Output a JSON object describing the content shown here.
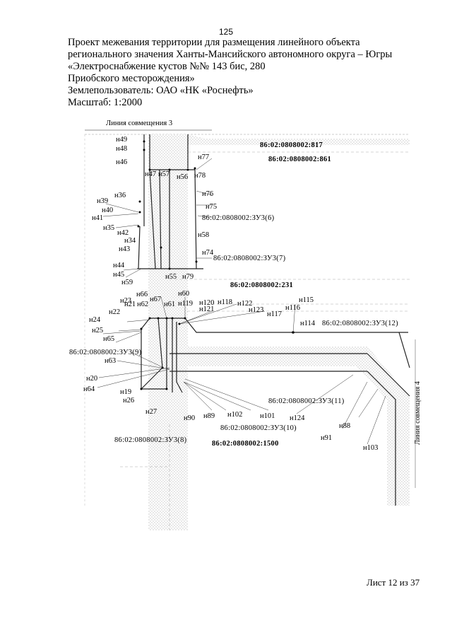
{
  "page_number": "125",
  "header": {
    "line1": "Проект межевания территории для размещения линейного объекта",
    "line2": "регионального значения Ханты-Мансийского автономного округа – Югры",
    "line3": "«Электроснабжение кустов №№ 143 бис, 280",
    "line4": "Приобского месторождения»",
    "line5": "Землепользователь: ОАО «НК «Роснефть»",
    "line6": "Масштаб: 1:2000"
  },
  "map": {
    "match_line_top": "Линия совмещения 3",
    "match_line_right": "Линия совмещения 4",
    "cadastral": {
      "c817": "86:02:0808002:817",
      "c861": "86:02:0808002:861",
      "c231": "86:02:0808002:231",
      "c1500": "86:02:0808002:1500",
      "zu6": "86:02:0808002:ЗУ3(6)",
      "zu7": "86:02:0808002:ЗУ3(7)",
      "zu9": "86:02:0808002:ЗУ3(9)",
      "zu12": "86:02:0808002:ЗУ3(12)",
      "zu11": "86:02:0808002:ЗУ3(11)",
      "zu10": "86:02:0808002:ЗУ3(10)",
      "zu8": "86:02:0808002:ЗУ3(8)"
    },
    "points": {
      "n49": "н49",
      "n48": "н48",
      "n46": "н46",
      "n47": "н47",
      "n57": "н57",
      "n56": "н56",
      "n78": "н78",
      "n77": "н77",
      "n76": "н76",
      "n75": "н75",
      "n36": "н36",
      "n39": "н39",
      "n40": "н40",
      "n41": "н41",
      "n35": "н35",
      "n42": "н42",
      "n34": "н34",
      "n43": "н43",
      "n58": "н58",
      "n74": "н74",
      "n44": "н44",
      "n45": "н45",
      "n59": "н59",
      "n55": "н55",
      "n79": "н79",
      "n66": "н66",
      "n60": "н60",
      "n67": "н67",
      "n23": "н23",
      "n21": "н21",
      "n62": "н62",
      "n61": "н61",
      "n119": "н119",
      "n120": "н120",
      "n118": "н118",
      "n122": "н122",
      "n121": "н121",
      "n123": "н123",
      "n117": "н117",
      "n115": "н115",
      "n116": "н116",
      "n114": "н114",
      "n22": "н22",
      "n24": "н24",
      "n25": "н25",
      "n65": "н65",
      "n63": "н63",
      "n20": "н20",
      "n64": "н64",
      "n19": "н19",
      "n26": "н26",
      "n27": "н27",
      "n90": "н90",
      "n89": "н89",
      "n102": "н102",
      "n101": "н101",
      "n124": "н124",
      "n91": "н91",
      "n88": "н88",
      "n103": "н103"
    }
  },
  "footer": {
    "sheet": "Лист 12 из 37"
  }
}
